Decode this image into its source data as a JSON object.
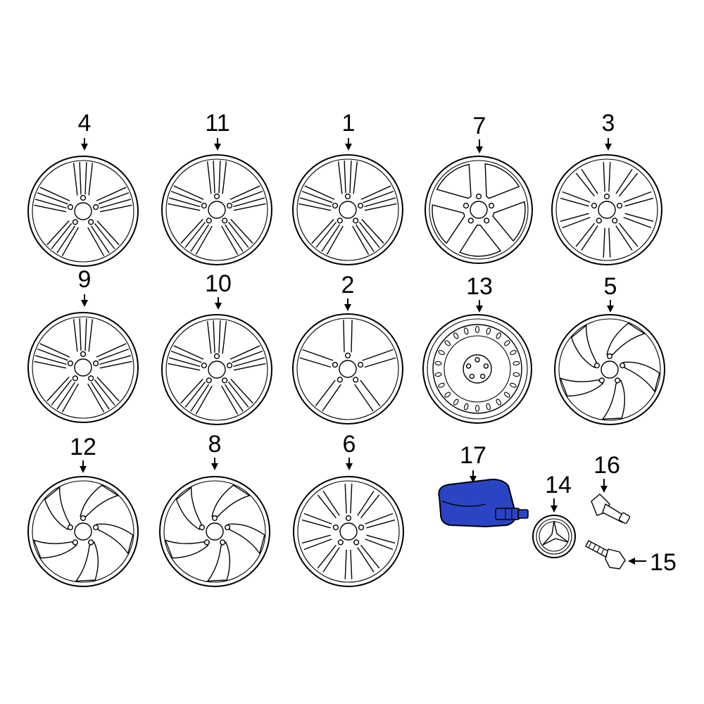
{
  "diagram": {
    "highlight_color": "#2b44c4",
    "parts": [
      {
        "callout": "4",
        "kind": "wheel",
        "style": "double-spoke-5"
      },
      {
        "callout": "11",
        "kind": "wheel",
        "style": "double-spoke-5"
      },
      {
        "callout": "1",
        "kind": "wheel",
        "style": "double-spoke-5"
      },
      {
        "callout": "7",
        "kind": "wheel",
        "style": "solid-spoke-5"
      },
      {
        "callout": "3",
        "kind": "wheel",
        "style": "multi-spoke-10"
      },
      {
        "callout": "9",
        "kind": "wheel",
        "style": "double-spoke-5"
      },
      {
        "callout": "10",
        "kind": "wheel",
        "style": "double-spoke-5"
      },
      {
        "callout": "2",
        "kind": "wheel",
        "style": "single-spoke-5"
      },
      {
        "callout": "13",
        "kind": "wheel",
        "style": "steel-spare"
      },
      {
        "callout": "5",
        "kind": "wheel",
        "style": "curved-spoke-5"
      },
      {
        "callout": "12",
        "kind": "wheel",
        "style": "curved-spoke-5"
      },
      {
        "callout": "8",
        "kind": "wheel",
        "style": "curved-spoke-5"
      },
      {
        "callout": "6",
        "kind": "wheel",
        "style": "multi-spoke-10"
      },
      {
        "callout": "17",
        "kind": "tpms-sensor",
        "highlighted": true
      },
      {
        "callout": "14",
        "kind": "center-cap"
      },
      {
        "callout": "16",
        "kind": "valve-stem"
      },
      {
        "callout": "15",
        "kind": "lug-bolt"
      }
    ]
  }
}
